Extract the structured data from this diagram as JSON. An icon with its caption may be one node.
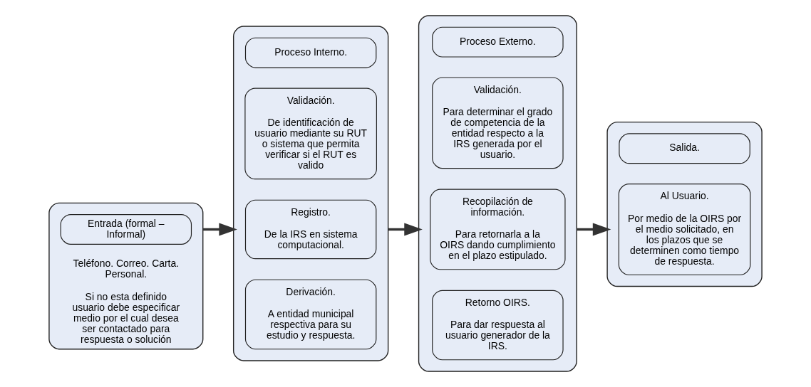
{
  "diagram": {
    "nodes": [
      {
        "text": [
          "Teléfono. Correo. Carta. Personal.",
          "Si no esta definido usuario debe especificar medio por el cual desea ser contactado para respuesta o solución"
        ]
      },
      {
        "text": [
          "Entrada (formal – Informal)"
        ],
        "in": 0
      },
      {
        "text": [],
        "shape": "box"
      },
      {
        "text": [
          "Proceso Interno."
        ],
        "in": 2
      },
      {
        "text": [
          "Validación.",
          "De identificación de usuario mediante su RUT o sistema que permita verificar si el RUT es valido"
        ],
        "in": 2
      },
      {
        "text": [
          "Registro.",
          "De la IRS en sistema computacional."
        ],
        "in": 2
      },
      {
        "text": [
          "Derivación.",
          "A entidad municipal respectiva para su estudio y respuesta."
        ],
        "in": 2
      },
      {
        "text": [],
        "shape": "box"
      },
      {
        "text": [
          "Proceso Externo."
        ],
        "in": 7
      },
      {
        "text": [
          "Validación.",
          "Para determinar el grado de competencia de la entidad respecto a la IRS generada por el usuario."
        ],
        "in": 7
      },
      {
        "text": [
          "Recopilación de información.",
          "Para retornarla a la OIRS dando cumplimiento en el plazo estipulado."
        ],
        "in": 7
      },
      {
        "text": [
          "Retorno OIRS.",
          "Para dar respuesta al usuario generador de la IRS."
        ],
        "in": 7
      },
      {
        "text": [],
        "shape": "box"
      },
      {
        "text": [
          "Salida."
        ],
        "in": 12
      },
      {
        "text": [
          "Al Usuario.",
          "Por medio de la OIRS por el medio solicitado, en los plazos que se determinen como tiempo de respuesta."
        ],
        "in": 12
      }
    ],
    "edges": [
      {
        "from": 0,
        "to": 2,
        "arrow": "to"
      },
      {
        "from": 2,
        "to": 7,
        "arrow": "to"
      },
      {
        "from": 7,
        "to": 12,
        "arrow": "to"
      }
    ]
  }
}
